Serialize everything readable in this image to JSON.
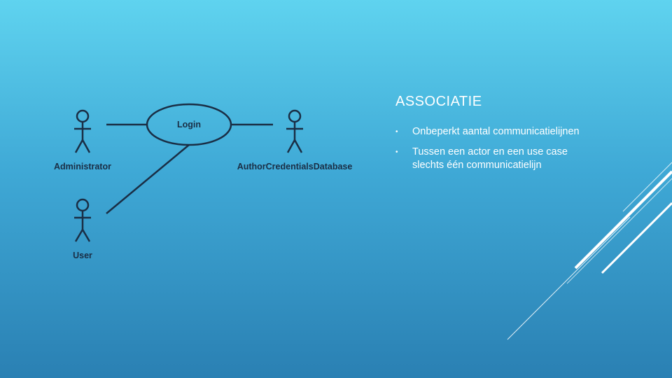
{
  "slide": {
    "title": "ASSOCIATIE",
    "bullets": [
      "Onbeperkt aantal communicatielijnen",
      "Tussen een actor en een use case slechts één communicatielijn"
    ]
  },
  "diagram": {
    "use_case": "Login",
    "actors": [
      "Administrator",
      "AuthorCredentialsDatabase",
      "User"
    ]
  },
  "colors": {
    "bg_top": "#5fd3ef",
    "bg_bottom": "#2a80b3",
    "diagram_ink": "#1a2e45",
    "text": "#ffffff"
  }
}
